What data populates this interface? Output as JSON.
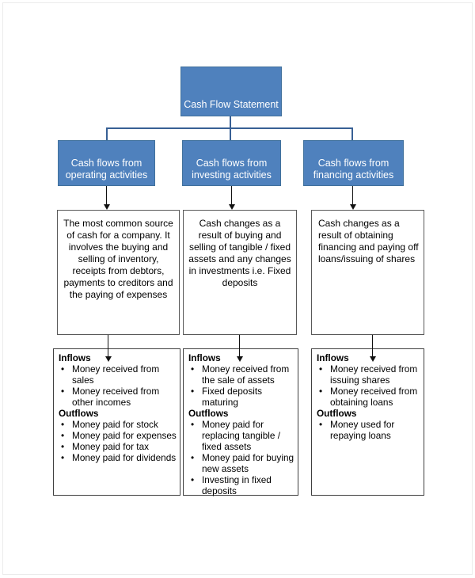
{
  "diagram_title": "Cash Flow Statement",
  "colors": {
    "node_fill": "#4f81bd",
    "node_border": "#41719c",
    "connector_blue": "#386095",
    "arrow_black": "#111111",
    "description_box_border": "#595959",
    "flow_box_border": "#404040",
    "node_text": "#ffffff",
    "body_text": "#000000",
    "page_frame": "#ebebeb"
  },
  "root": {
    "label": "Cash Flow Statement"
  },
  "labels": {
    "inflows": "Inflows",
    "outflows": "Outflows"
  },
  "columns": [
    {
      "header": "Cash flows from operating activities",
      "description": "The most common source of cash for a company. It involves the buying and selling of inventory, receipts from debtors, payments to creditors and the paying of expenses",
      "inflows": [
        "Money received from sales",
        "Money received from other incomes"
      ],
      "outflows": [
        "Money paid for stock",
        "Money paid for expenses",
        "Money paid for tax",
        "Money paid for dividends"
      ]
    },
    {
      "header": "Cash flows from investing activities",
      "description": "Cash changes as a result of buying and selling of tangible / fixed assets and any changes in investments i.e. Fixed deposits",
      "inflows": [
        "Money received from the sale of assets",
        "Fixed deposits maturing"
      ],
      "outflows": [
        "Money paid for replacing tangible / fixed assets",
        "Money paid for buying new assets",
        "Investing in fixed deposits"
      ]
    },
    {
      "header": "Cash flows from financing activities",
      "description": "Cash changes as a result of obtaining financing and paying off loans/issuing of shares",
      "inflows": [
        "Money received from issuing shares",
        "Money received from obtaining loans"
      ],
      "outflows": [
        "Money used for repaying loans"
      ]
    }
  ]
}
